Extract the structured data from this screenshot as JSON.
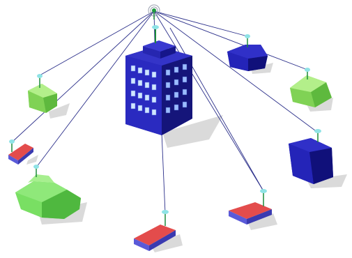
{
  "diagram": {
    "hub": {
      "icon": "antenna-hub-icon"
    },
    "nodes": [
      {
        "id": "green-house-left",
        "kind": "house",
        "color": "#7ed957"
      },
      {
        "id": "red-row-house-left",
        "kind": "row-house",
        "color": "#e34c4c"
      },
      {
        "id": "green-complex-bottom-left",
        "kind": "building-complex",
        "color": "#6fd85b"
      },
      {
        "id": "red-row-house-bottom",
        "kind": "row-house",
        "color": "#e34c4c"
      },
      {
        "id": "red-row-house-bottom-right",
        "kind": "row-house",
        "color": "#e34c4c"
      },
      {
        "id": "blue-block-right",
        "kind": "building",
        "color": "#1a1aa6"
      },
      {
        "id": "green-house-right",
        "kind": "house",
        "color": "#7ed957"
      },
      {
        "id": "blue-house-top-right",
        "kind": "house",
        "color": "#1a1aa6"
      },
      {
        "id": "tower-center",
        "kind": "tower",
        "color": "#2a2ab0"
      }
    ],
    "colors": {
      "link": "#2b2f8a",
      "antenna": "#8fe3e6",
      "mast": "#1c8a3a",
      "shadow": "#d0d0d0",
      "window": "#cfe6ff"
    }
  }
}
